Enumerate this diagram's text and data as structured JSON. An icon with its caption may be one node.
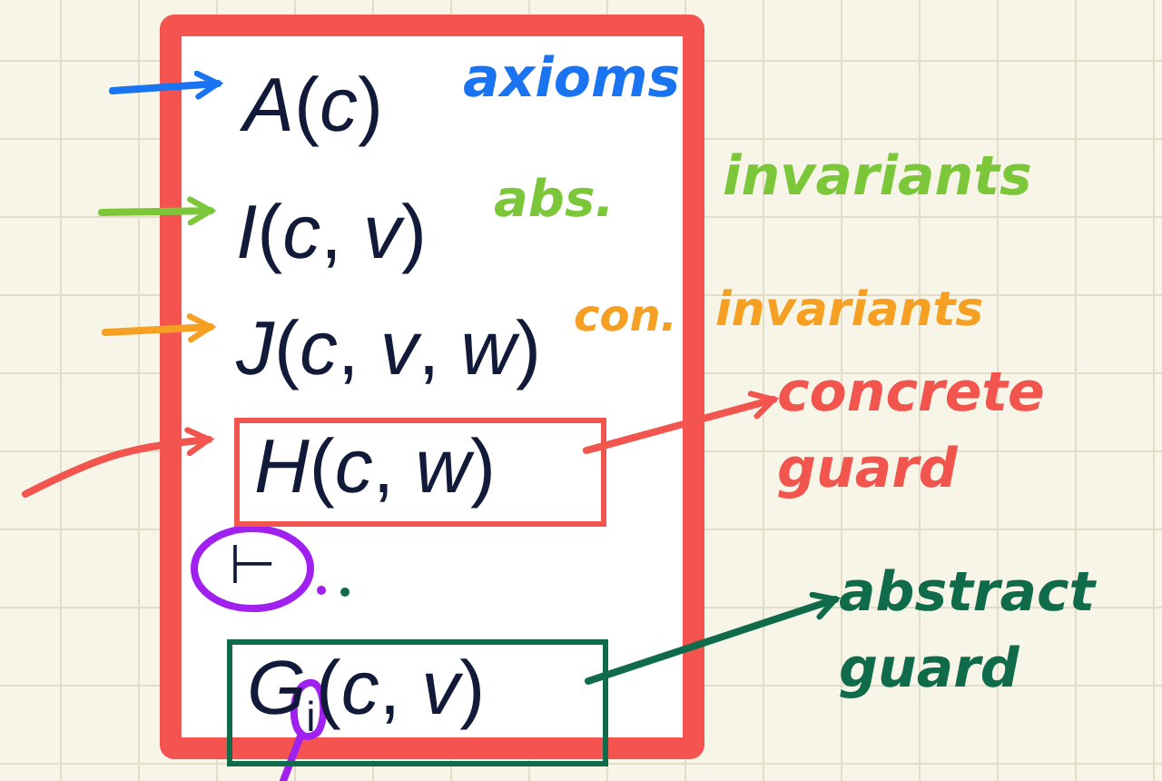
{
  "diagram": {
    "nodes": [
      {
        "text": [],
        "shape": "box"
      },
      {
        "text": [
          "*A*(*c*)"
        ],
        "in": 0,
        "beside": [
          "axioms"
        ]
      },
      {
        "text": [
          "*I*(*c*, *v*)"
        ],
        "in": 0,
        "beside": [
          "abs.",
          "invariants"
        ]
      },
      {
        "text": [
          "*J*(*c*, *v*, *w*)"
        ],
        "in": 0,
        "beside": [
          "con.",
          "invariants"
        ]
      },
      {
        "text": [
          "*H*(*c*, *w*)"
        ],
        "in": 0
      },
      {
        "text": [
          "*G*$_{i}$(*c*, *v*)"
        ],
        "in": 0
      },
      {
        "text": [
          "concrete guard"
        ]
      },
      {
        "text": [
          "abstract guard"
        ]
      }
    ],
    "edges": [
      {
        "from": null,
        "to": 1,
        "arrow": "to",
        "color": "#1a73f0"
      },
      {
        "from": null,
        "to": 2,
        "arrow": "to",
        "color": "#7cc63a"
      },
      {
        "from": null,
        "to": 3,
        "arrow": "to",
        "color": "#f5a023"
      },
      {
        "from": null,
        "to": 4,
        "arrow": "to",
        "color": "#f2544e"
      },
      {
        "from": 4,
        "to": 6,
        "arrow": "to",
        "color": "#f2544e"
      },
      {
        "from": 5,
        "to": 7,
        "arrow": "to",
        "color": "#0f6b4a"
      }
    ],
    "labels": [
      "⊢"
    ]
  }
}
